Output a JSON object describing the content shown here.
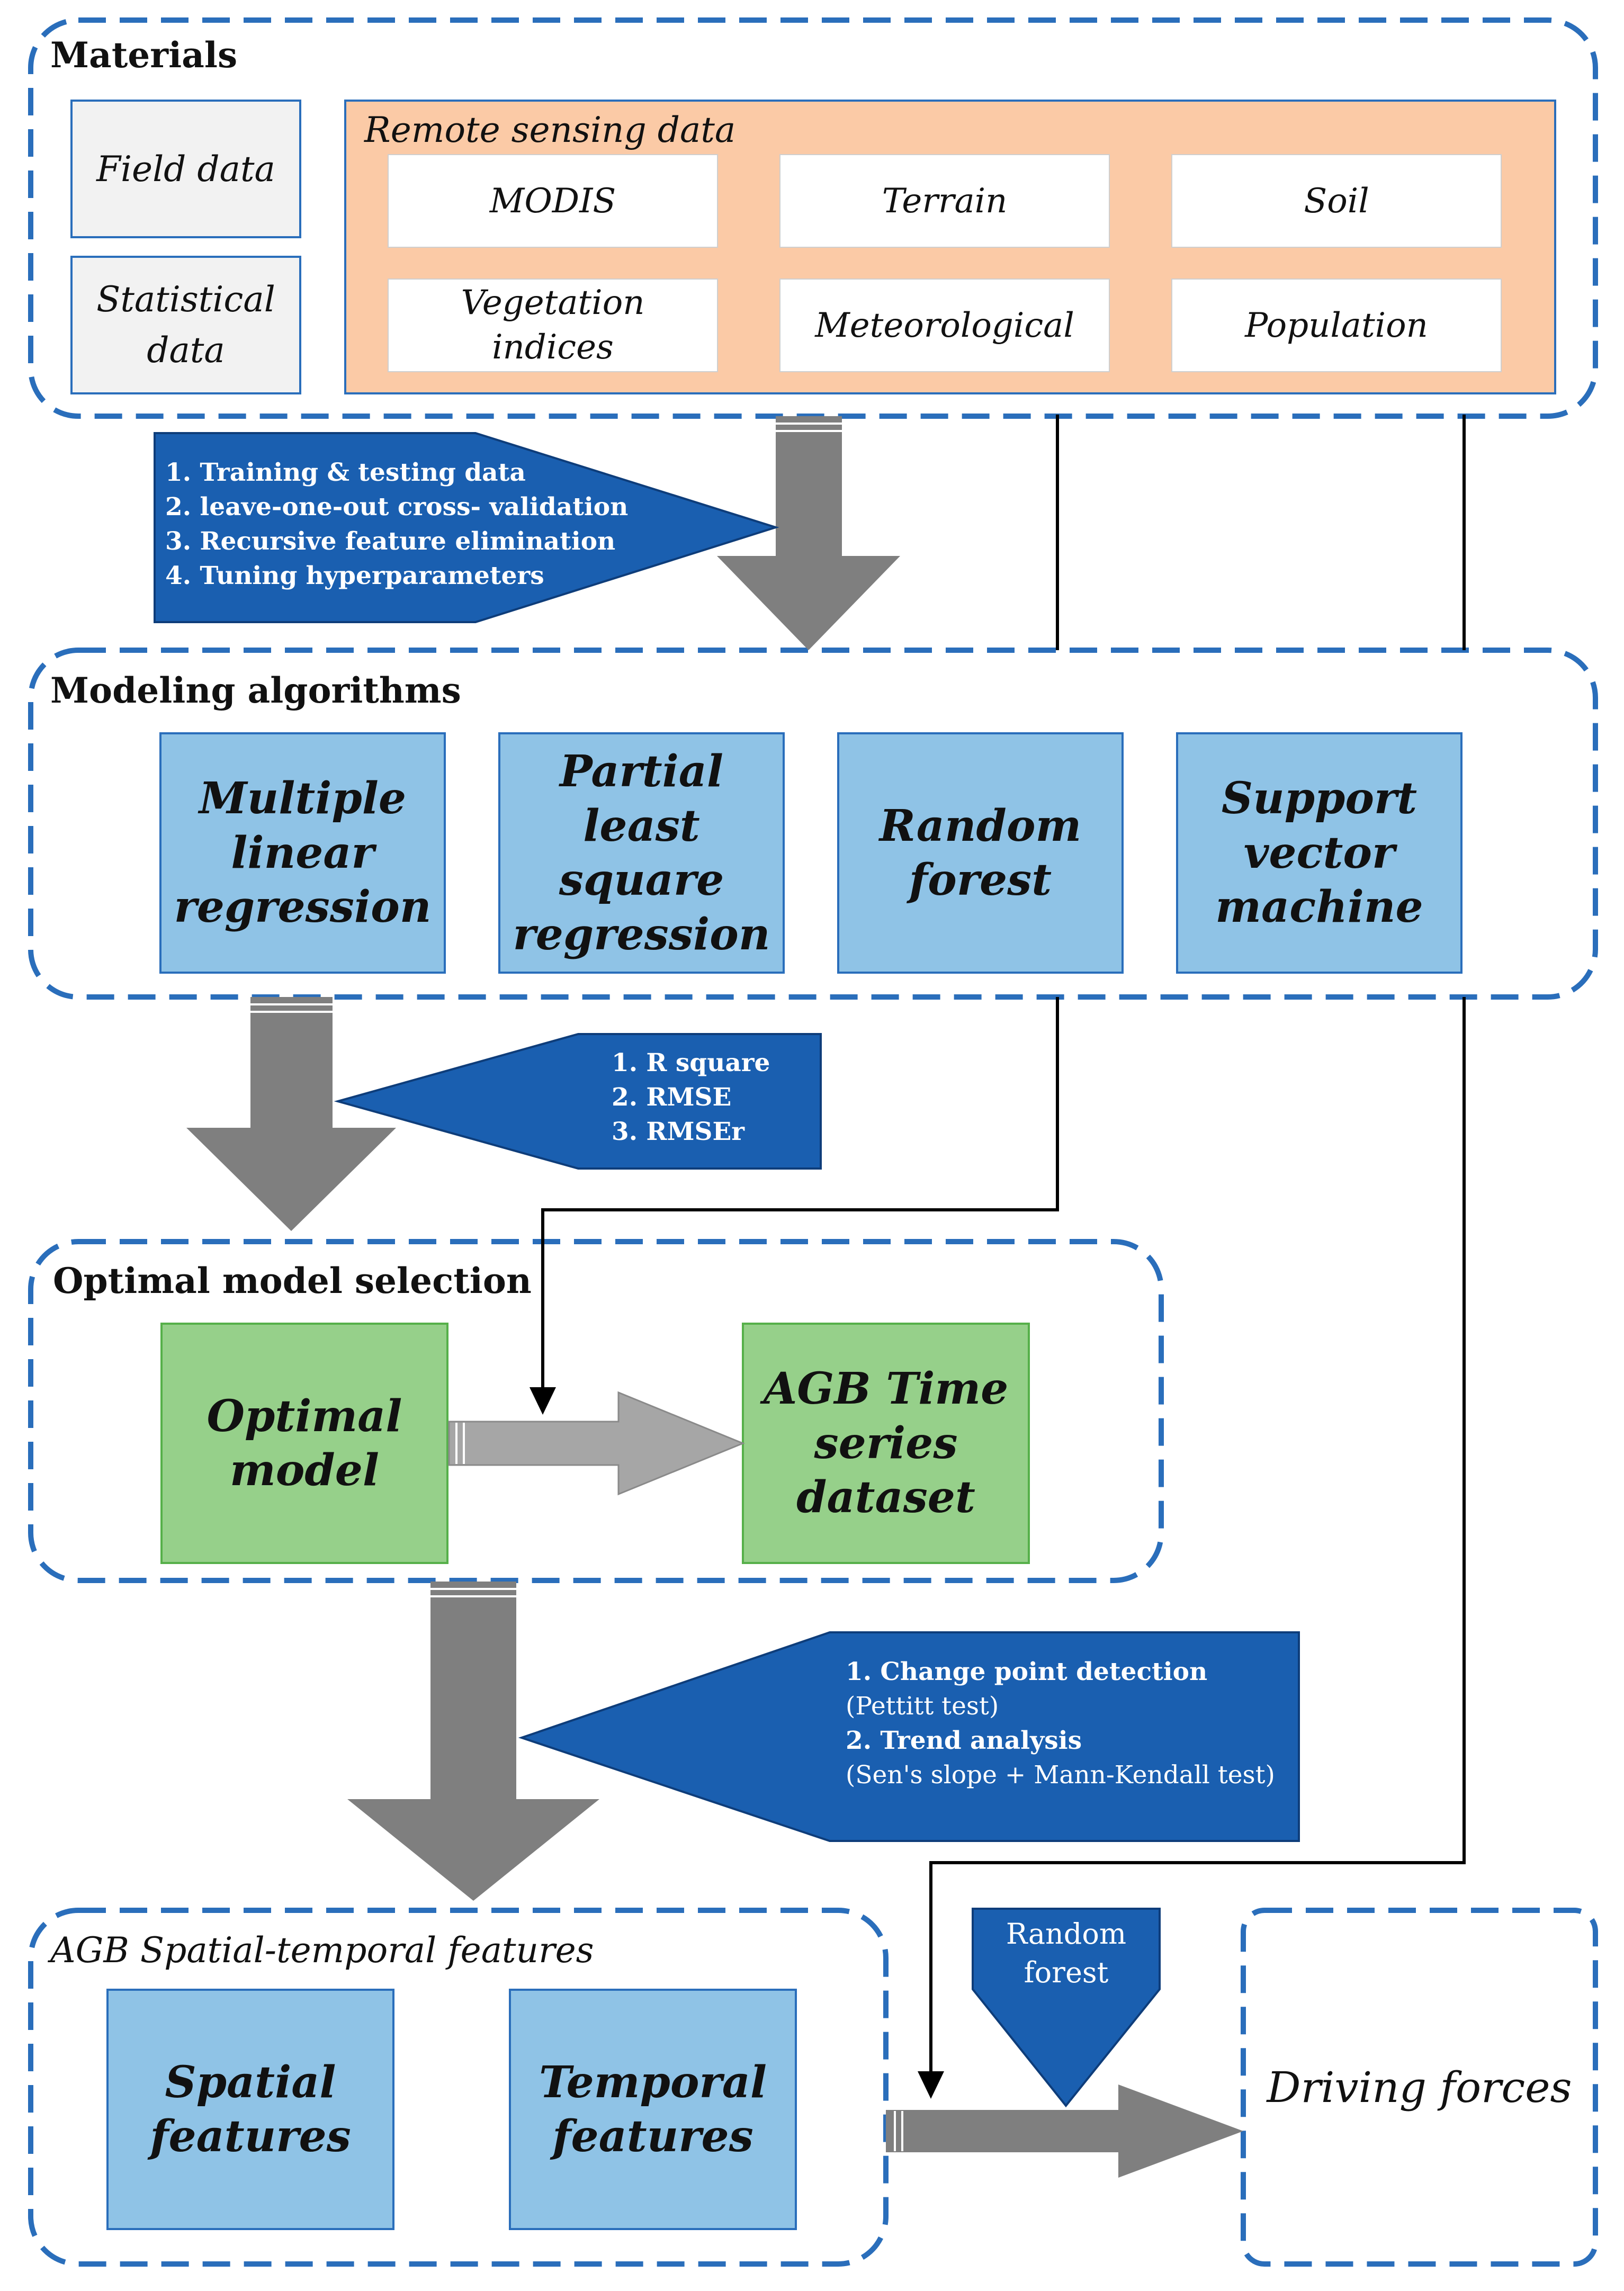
{
  "materials": {
    "title": "Materials",
    "field_data": "Field data",
    "statistical_data": "Statistical data",
    "remote_sensing": {
      "title": "Remote sensing data",
      "items": [
        "MODIS",
        "Terrain",
        "Soil",
        "Vegetation indices",
        "Meteorological",
        "Population"
      ]
    }
  },
  "step1": [
    "1. Training & testing data",
    "2. leave-one-out cross-  validation",
    "3. Recursive feature elimination",
    "4. Tuning hyperparameters"
  ],
  "modeling": {
    "title": "Modeling algorithms",
    "items": [
      "Multiple linear regression",
      "Partial least square regression",
      "Random forest",
      "Support vector machine"
    ]
  },
  "step2": [
    "1. R square",
    "2. RMSE",
    "3. RMSEr"
  ],
  "optimal": {
    "title": "Optimal model selection",
    "model": "Optimal model",
    "dataset": "AGB Time series dataset"
  },
  "step3": {
    "line1": "1. Change point detection",
    "line2": "(Pettitt test)",
    "line3": "2. Trend analysis",
    "line4": "(Sen's slope + Mann-Kendall test)"
  },
  "features": {
    "title": "AGB Spatial-temporal features",
    "spatial": "Spatial features",
    "temporal": "Temporal features"
  },
  "random_forest": "Random forest",
  "driving_forces": "Driving forces",
  "colors": {
    "dash_blue": "#2a6ebb",
    "callout_blue": "#1a5fb0",
    "light_blue": "#8fc3e6",
    "green": "#96d08a",
    "peach": "#fbcaa6",
    "gray_arrow": "#7f7f7f",
    "light_gray_arrow": "#a6a6a6",
    "gray_box": "#f2f2f2"
  }
}
